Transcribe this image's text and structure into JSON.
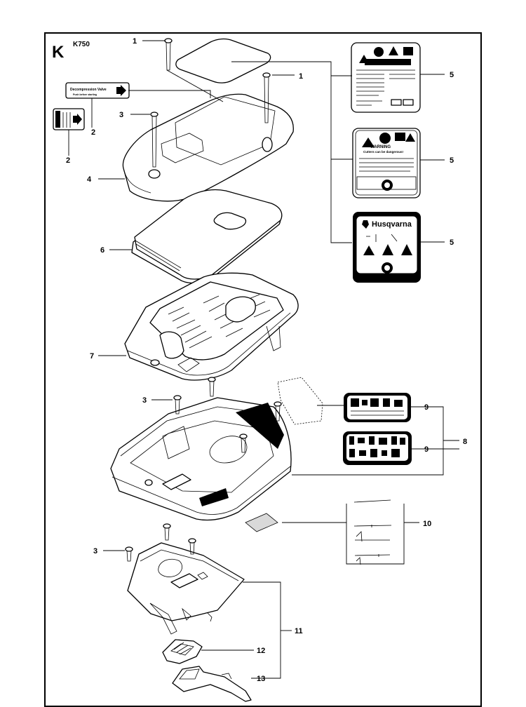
{
  "header": {
    "section_letter": "K",
    "model": "K750"
  },
  "decals": {
    "compression_title": "Decompression Valve",
    "compression_sub": "Push before starting",
    "warning_title": "WARNING",
    "warning_sub": "Cutters can be dangerous!",
    "brand": "Husqvarna"
  },
  "callouts": [
    {
      "id": "c1a",
      "label": "1"
    },
    {
      "id": "c1b",
      "label": "1"
    },
    {
      "id": "c2a",
      "label": "2"
    },
    {
      "id": "c2b",
      "label": "2"
    },
    {
      "id": "c3a",
      "label": "3"
    },
    {
      "id": "c3b",
      "label": "3"
    },
    {
      "id": "c3c",
      "label": "3"
    },
    {
      "id": "c4",
      "label": "4"
    },
    {
      "id": "c5a",
      "label": "5"
    },
    {
      "id": "c5b",
      "label": "5"
    },
    {
      "id": "c5c",
      "label": "5"
    },
    {
      "id": "c6",
      "label": "6"
    },
    {
      "id": "c7",
      "label": "7"
    },
    {
      "id": "c8",
      "label": "8"
    },
    {
      "id": "c9a",
      "label": "9"
    },
    {
      "id": "c9b",
      "label": "9"
    },
    {
      "id": "c10",
      "label": "10"
    },
    {
      "id": "c11",
      "label": "11"
    },
    {
      "id": "c12",
      "label": "12"
    },
    {
      "id": "c13",
      "label": "13"
    }
  ]
}
